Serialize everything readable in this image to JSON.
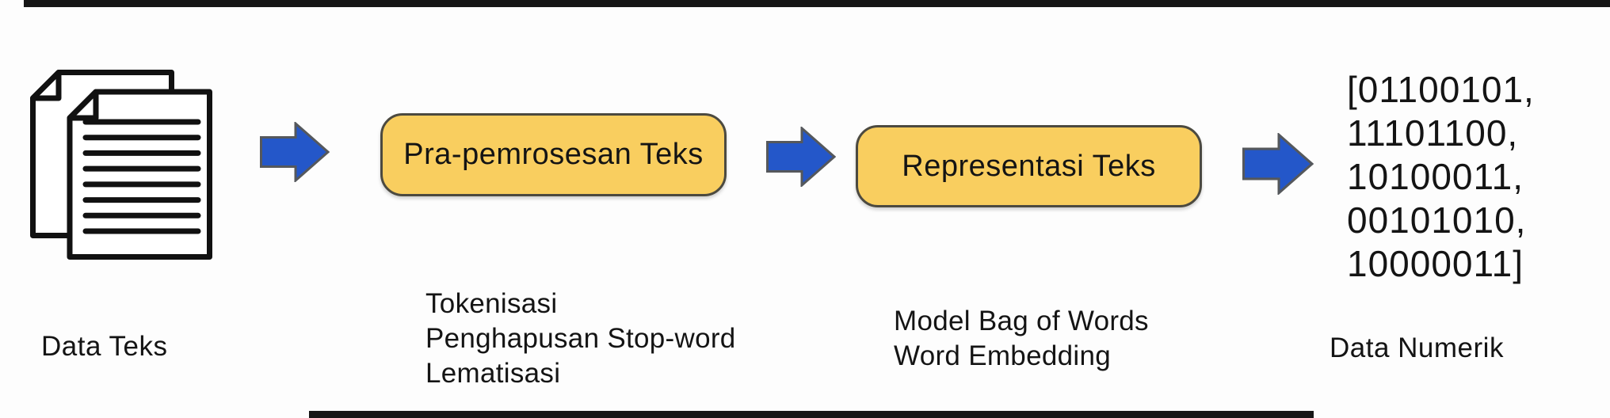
{
  "colors": {
    "page_bg": "#fdfdfd",
    "arrow_blue": "#2457c9",
    "arrow_border": "#55585c",
    "box_yellow": "#f9ce5f",
    "box_border": "#4c4a40",
    "text": "#141414",
    "bar_black": "#161616"
  },
  "diagram": {
    "input": {
      "icon": "documents-icon",
      "label": "Data Teks"
    },
    "step1": {
      "box_label": "Pra-pemrosesan Teks",
      "details": [
        "Tokenisasi",
        "Penghapusan Stop-word",
        "Lematisasi"
      ]
    },
    "step2": {
      "box_label": "Representasi Teks",
      "details": [
        "Model Bag of Words",
        "Word Embedding"
      ]
    },
    "output": {
      "binary_vector": [
        "[01100101,",
        "11101100,",
        "10100011,",
        "00101010,",
        "10000011]"
      ],
      "label": "Data Numerik"
    }
  }
}
